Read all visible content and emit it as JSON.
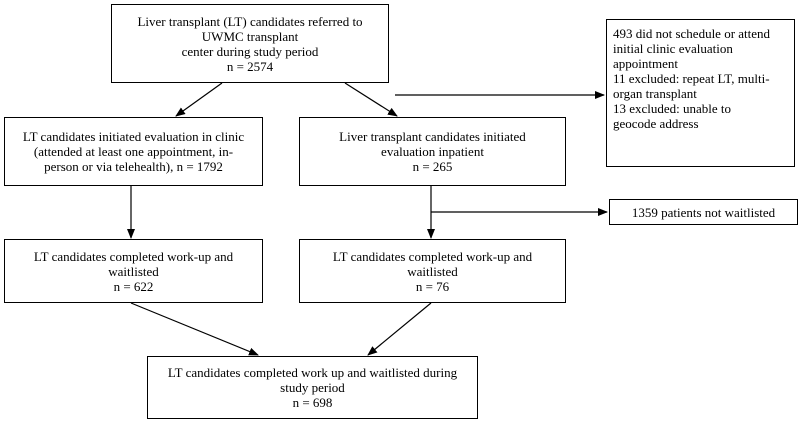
{
  "boxes": {
    "referred": {
      "lines": [
        "Liver transplant (LT) candidates referred to UWMC transplant",
        "center during study period",
        "n = 2574"
      ]
    },
    "clinic": {
      "lines": [
        "LT candidates initiated evaluation in clinic",
        "(attended at least one appointment, in-",
        "person or via telehealth), n = 1792"
      ]
    },
    "inpatient": {
      "lines": [
        "Liver transplant candidates initiated",
        "evaluation inpatient",
        "n = 265"
      ]
    },
    "excluded": {
      "lines": [
        "493 did not schedule or attend",
        "initial clinic evaluation",
        "appointment",
        "11 excluded: repeat LT, multi-",
        "organ transplant",
        "13 excluded: unable to",
        "geocode address"
      ]
    },
    "not_waitlisted": {
      "lines": [
        "1359 patients not waitlisted"
      ]
    },
    "waitlisted_clinic": {
      "lines": [
        "LT candidates completed work-up and",
        "waitlisted",
        "n = 622"
      ]
    },
    "waitlisted_inpatient": {
      "lines": [
        "LT candidates completed work-up and",
        "waitlisted",
        "n = 76"
      ]
    },
    "total": {
      "lines": [
        "LT candidates completed work up and waitlisted during",
        "study period",
        "n = 698"
      ]
    }
  }
}
